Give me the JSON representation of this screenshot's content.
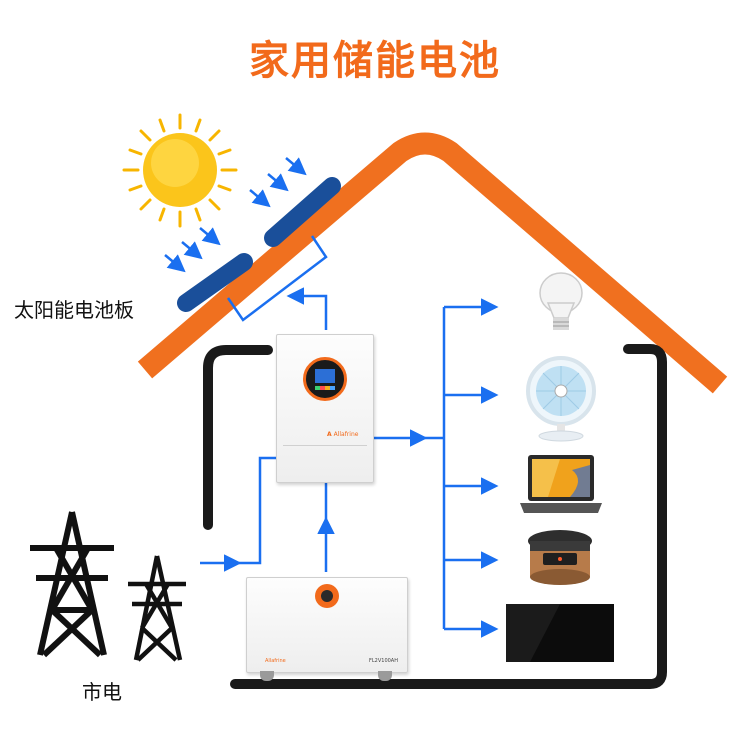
{
  "title": "家用储能电池",
  "labels": {
    "solar_panel": "太阳能电池板",
    "grid": "市电"
  },
  "devices": {
    "inverter_brand": "Allafrine",
    "battery_brand": "Allafrine",
    "battery_model": "FL2V100AH"
  },
  "appliances": [
    "light-bulb",
    "electric-fan",
    "laptop",
    "rice-cooker",
    "television"
  ],
  "colors": {
    "accent": "#f26a1b",
    "roof": "#f0701f",
    "flow": "#1a6ff0",
    "panel": "#1a4f9a",
    "wall": "#1a1a1a"
  }
}
